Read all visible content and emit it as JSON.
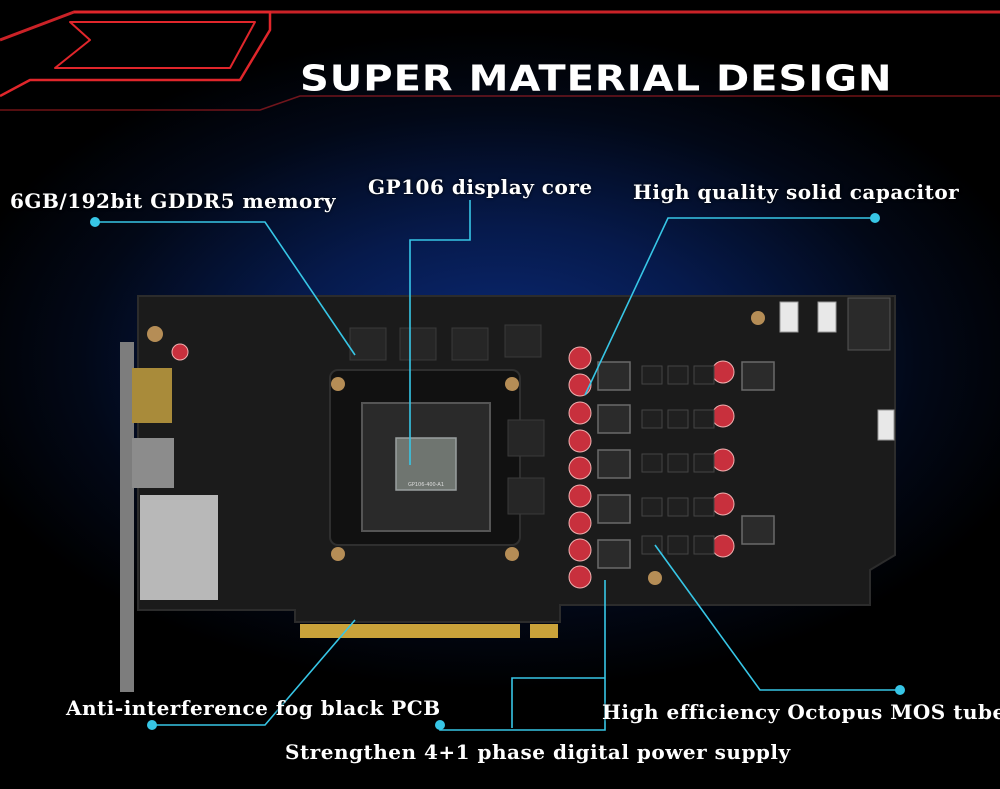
{
  "title": "SUPER MATERIAL DESIGN",
  "colors": {
    "accent_red": "#e0262b",
    "callout_line": "#37c6e6",
    "background_blue": "#0b2a78",
    "pcb_black": "#1a1a1a",
    "capacitor_red": "#c8303d"
  },
  "callouts": {
    "memory": "6GB/192bit GDDR5 memory",
    "core": "GP106 display core",
    "capacitor": "High quality solid capacitor",
    "pcb": "Anti-interference fog black PCB",
    "mos": "High efficiency Octopus MOS tube",
    "power": "Strengthen 4+1 phase digital power supply"
  },
  "chip_marking": "GP106-400-A1"
}
